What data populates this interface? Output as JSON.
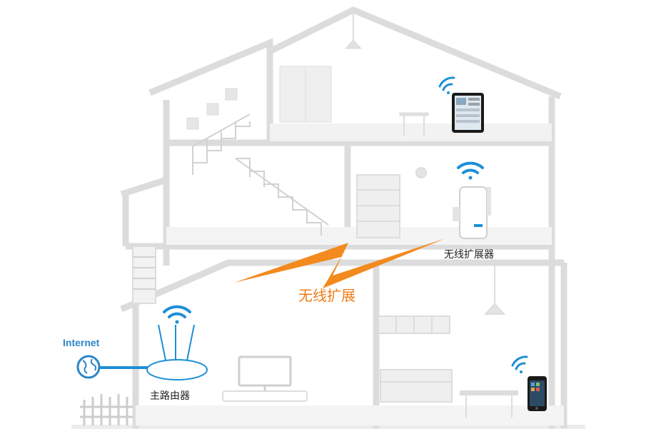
{
  "labels": {
    "internet": "Internet",
    "extender": "无线扩展器",
    "wireless_extension": "无线扩展",
    "main_router": "主路由器"
  },
  "colors": {
    "wall": "#dcdcdc",
    "wall_light": "#ececec",
    "floor_fill": "#f4f4f4",
    "wifi_blue": "#1e8fd6",
    "lightning_orange": "#f28a1e",
    "internet_blue": "#2a86c7",
    "device_dark": "#1a1a1a"
  },
  "icons": [
    "wifi-icon",
    "globe-icon",
    "lightning-icon",
    "router-icon",
    "extender-icon",
    "tablet-icon",
    "phone-icon",
    "tv-icon"
  ]
}
